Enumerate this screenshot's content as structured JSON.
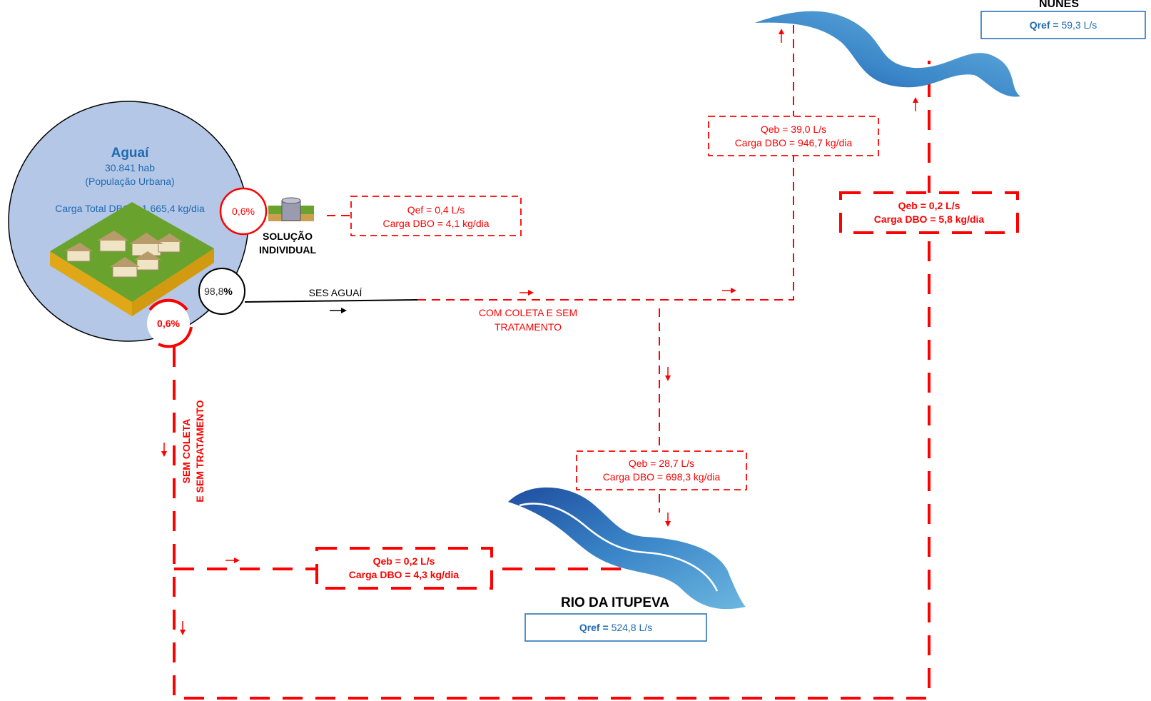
{
  "colors": {
    "flow_red": "#ff0000",
    "city_fill": "#b4c7e7",
    "title_blue": "#1f6bb0",
    "river_dark": "#1f4ea0",
    "river_light": "#5aa8d8",
    "grass": "#6aa22e",
    "soil": "#f0c030"
  },
  "city": {
    "name": "Aguaí",
    "population": "30.841 hab",
    "population_type": "(População Urbana)",
    "total_load": "Carga Total DBO = 1.665,4 kg/dia"
  },
  "percentages": {
    "individual": "0,6%",
    "ses": "98,8",
    "ses_sign": "%",
    "no_collection": "0,6%"
  },
  "labels": {
    "individual_solution_1": "SOLUÇÃO",
    "individual_solution_2": "INDIVIDUAL",
    "ses_name": "SES AGUAÍ",
    "collection_no_treatment_1": "COM COLETA E SEM",
    "collection_no_treatment_2": "TRATAMENTO",
    "no_collection_1": "SEM COLETA",
    "no_collection_2": "E SEM TRATAMENTO"
  },
  "boxes": {
    "individual": {
      "line1": "Qef = 0,4 L/s",
      "line2": "Carga DBO = 4,1 kg/dia"
    },
    "nunes_main": {
      "line1": "Qeb = 39,0 L/s",
      "line2": "Carga DBO = 946,7 kg/dia"
    },
    "nunes_secondary": {
      "line1": "Qeb = 0,2 L/s",
      "line2": "Carga DBO = 5,8 kg/dia"
    },
    "itupeva_main": {
      "line1": "Qeb = 28,7 L/s",
      "line2": "Carga DBO = 698,3 kg/dia"
    },
    "itupeva_secondary": {
      "line1": "Qeb = 0,2 L/s",
      "line2": "Carga DBO = 4,3 kg/dia"
    }
  },
  "rivers": {
    "nunes": {
      "name": "NUNES",
      "qref_label": "Qref =",
      "qref_value": "59,3 L/s"
    },
    "itupeva": {
      "name": "RIO DA ITUPEVA",
      "qref_label": "Qref =",
      "qref_value": "524,8 L/s"
    }
  }
}
